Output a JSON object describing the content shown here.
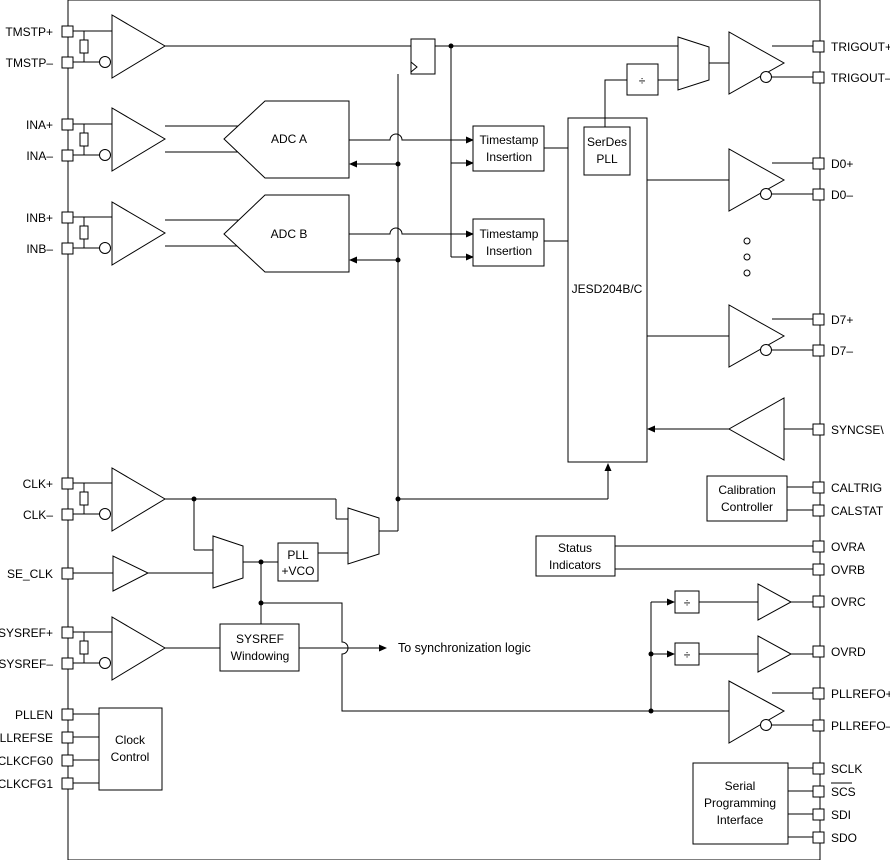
{
  "pins_left": {
    "tmstp_p": "TMSTP+",
    "tmstp_n": "TMSTP–",
    "ina_p": "INA+",
    "ina_n": "INA–",
    "inb_p": "INB+",
    "inb_n": "INB–",
    "clk_p": "CLK+",
    "clk_n": "CLK–",
    "se_clk": "SE_CLK",
    "sysref_p": "SYSREF+",
    "sysref_n": "SYSREF–",
    "pllen": "PLLEN",
    "pllrefse": "PLLREFSE",
    "clkcfg0": "CLKCFG0",
    "clkcfg1": "CLKCFG1"
  },
  "pins_right": {
    "trigout_p": "TRIGOUT+",
    "trigout_n": "TRIGOUT–",
    "d0_p": "D0+",
    "d0_n": "D0–",
    "d7_p": "D7+",
    "d7_n": "D7–",
    "syncse": "SYNCSE\\",
    "caltrig": "CALTRIG",
    "calstat": "CALSTAT",
    "ovra": "OVRA",
    "ovrb": "OVRB",
    "ovrc": "OVRC",
    "ovrd": "OVRD",
    "pllrefo_p": "PLLREFO+",
    "pllrefo_n": "PLLREFO–",
    "sclk": "SCLK",
    "scs": "SCS",
    "sdi": "SDI",
    "sdo": "SDO"
  },
  "blocks": {
    "adc_a": "ADC A",
    "adc_b": "ADC B",
    "timestamp_1": [
      "Timestamp",
      "Insertion"
    ],
    "timestamp_2": [
      "Timestamp",
      "Insertion"
    ],
    "serdes_pll": [
      "SerDes",
      "PLL"
    ],
    "jesd": "JESD204B/C",
    "calibration": [
      "Calibration",
      "Controller"
    ],
    "status": [
      "Status",
      "Indicators"
    ],
    "pll_vco": [
      "PLL",
      "+VCO"
    ],
    "sysref_windowing": [
      "SYSREF",
      "Windowing"
    ],
    "clock_control": [
      "Clock",
      "Control"
    ],
    "serial_interface": [
      "Serial",
      "Programming",
      "Interface"
    ]
  },
  "divider_symbol": "÷",
  "annotations": {
    "sync_logic": "To synchronization logic"
  }
}
